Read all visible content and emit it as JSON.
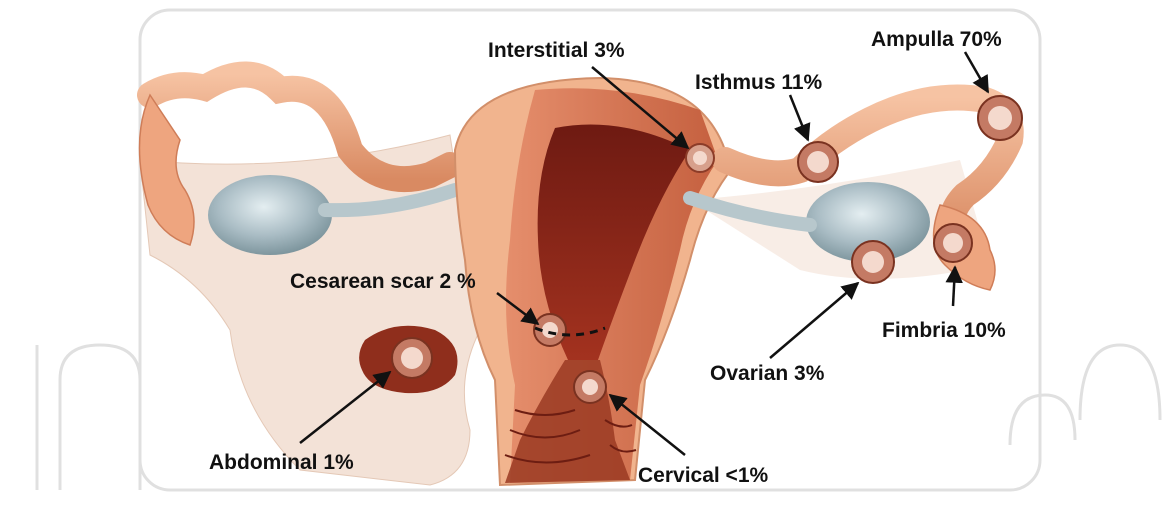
{
  "labels": {
    "interstitial": "Interstitial 3%",
    "ampulla": "Ampulla 70%",
    "isthmus": "Isthmus 11%",
    "cesarean": "Cesarean scar 2 %",
    "fimbria": "Fimbria 10%",
    "ovarian": "Ovarian 3%",
    "abdominal": "Abdominal 1%",
    "cervical": "Cervical <1%"
  },
  "colors": {
    "background": "#ffffff",
    "tube": "#eea57f",
    "tube_shadow": "#cf7d58",
    "uterus_outer": "#f1b48e",
    "muscle": "#d8785a",
    "cavity": "#8a2419",
    "ovary": "#a9bcc4",
    "sac": "#c47a64",
    "ligament": "#f3e2d7",
    "arrow": "#111111",
    "watermark": "#e2e2e2"
  },
  "icons": [
    "gestational-sac-icon",
    "arrow-icon",
    "watermark-logo"
  ]
}
